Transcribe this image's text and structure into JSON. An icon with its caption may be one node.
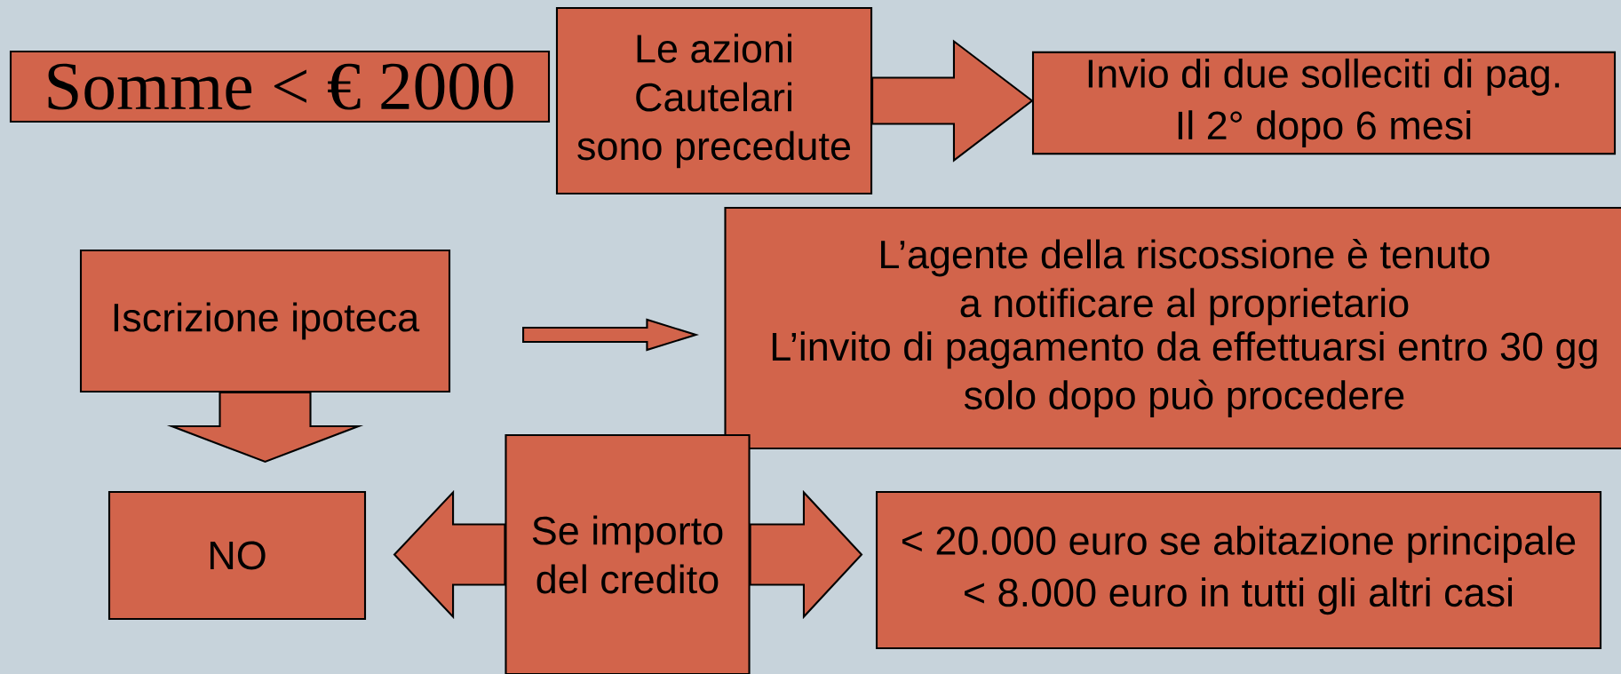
{
  "diagram": {
    "nodes": [
      {
        "text": [
          "Somme < € 2000"
        ]
      },
      {
        "text": [
          "Le azioni Cautelari sono precedute"
        ]
      },
      {
        "text": [
          "Invio di due solleciti di pag.",
          "Il 2° dopo 6 mesi"
        ]
      },
      {
        "text": [
          "Iscrizione ipoteca"
        ]
      },
      {
        "text": [
          "L’agente della riscossione è tenuto a notificare al proprietario",
          "L’invito di pagamento da effettuarsi entro 30 gg solo dopo può procedere"
        ]
      },
      {
        "text": [
          "NO"
        ]
      },
      {
        "text": [
          "Se importo del credito"
        ]
      },
      {
        "text": [
          "< 20.000 euro se abitazione principale",
          "< 8.000 euro in tutti gli altri casi"
        ]
      }
    ],
    "edges": [
      {
        "from": 1,
        "to": 2,
        "arrow": "to"
      },
      {
        "from": 3,
        "to": 4,
        "arrow": "to"
      },
      {
        "from": 3,
        "to": 5,
        "arrow": "to"
      },
      {
        "from": 6,
        "to": 5,
        "arrow": "to"
      },
      {
        "from": 6,
        "to": 7,
        "arrow": "to"
      }
    ]
  }
}
